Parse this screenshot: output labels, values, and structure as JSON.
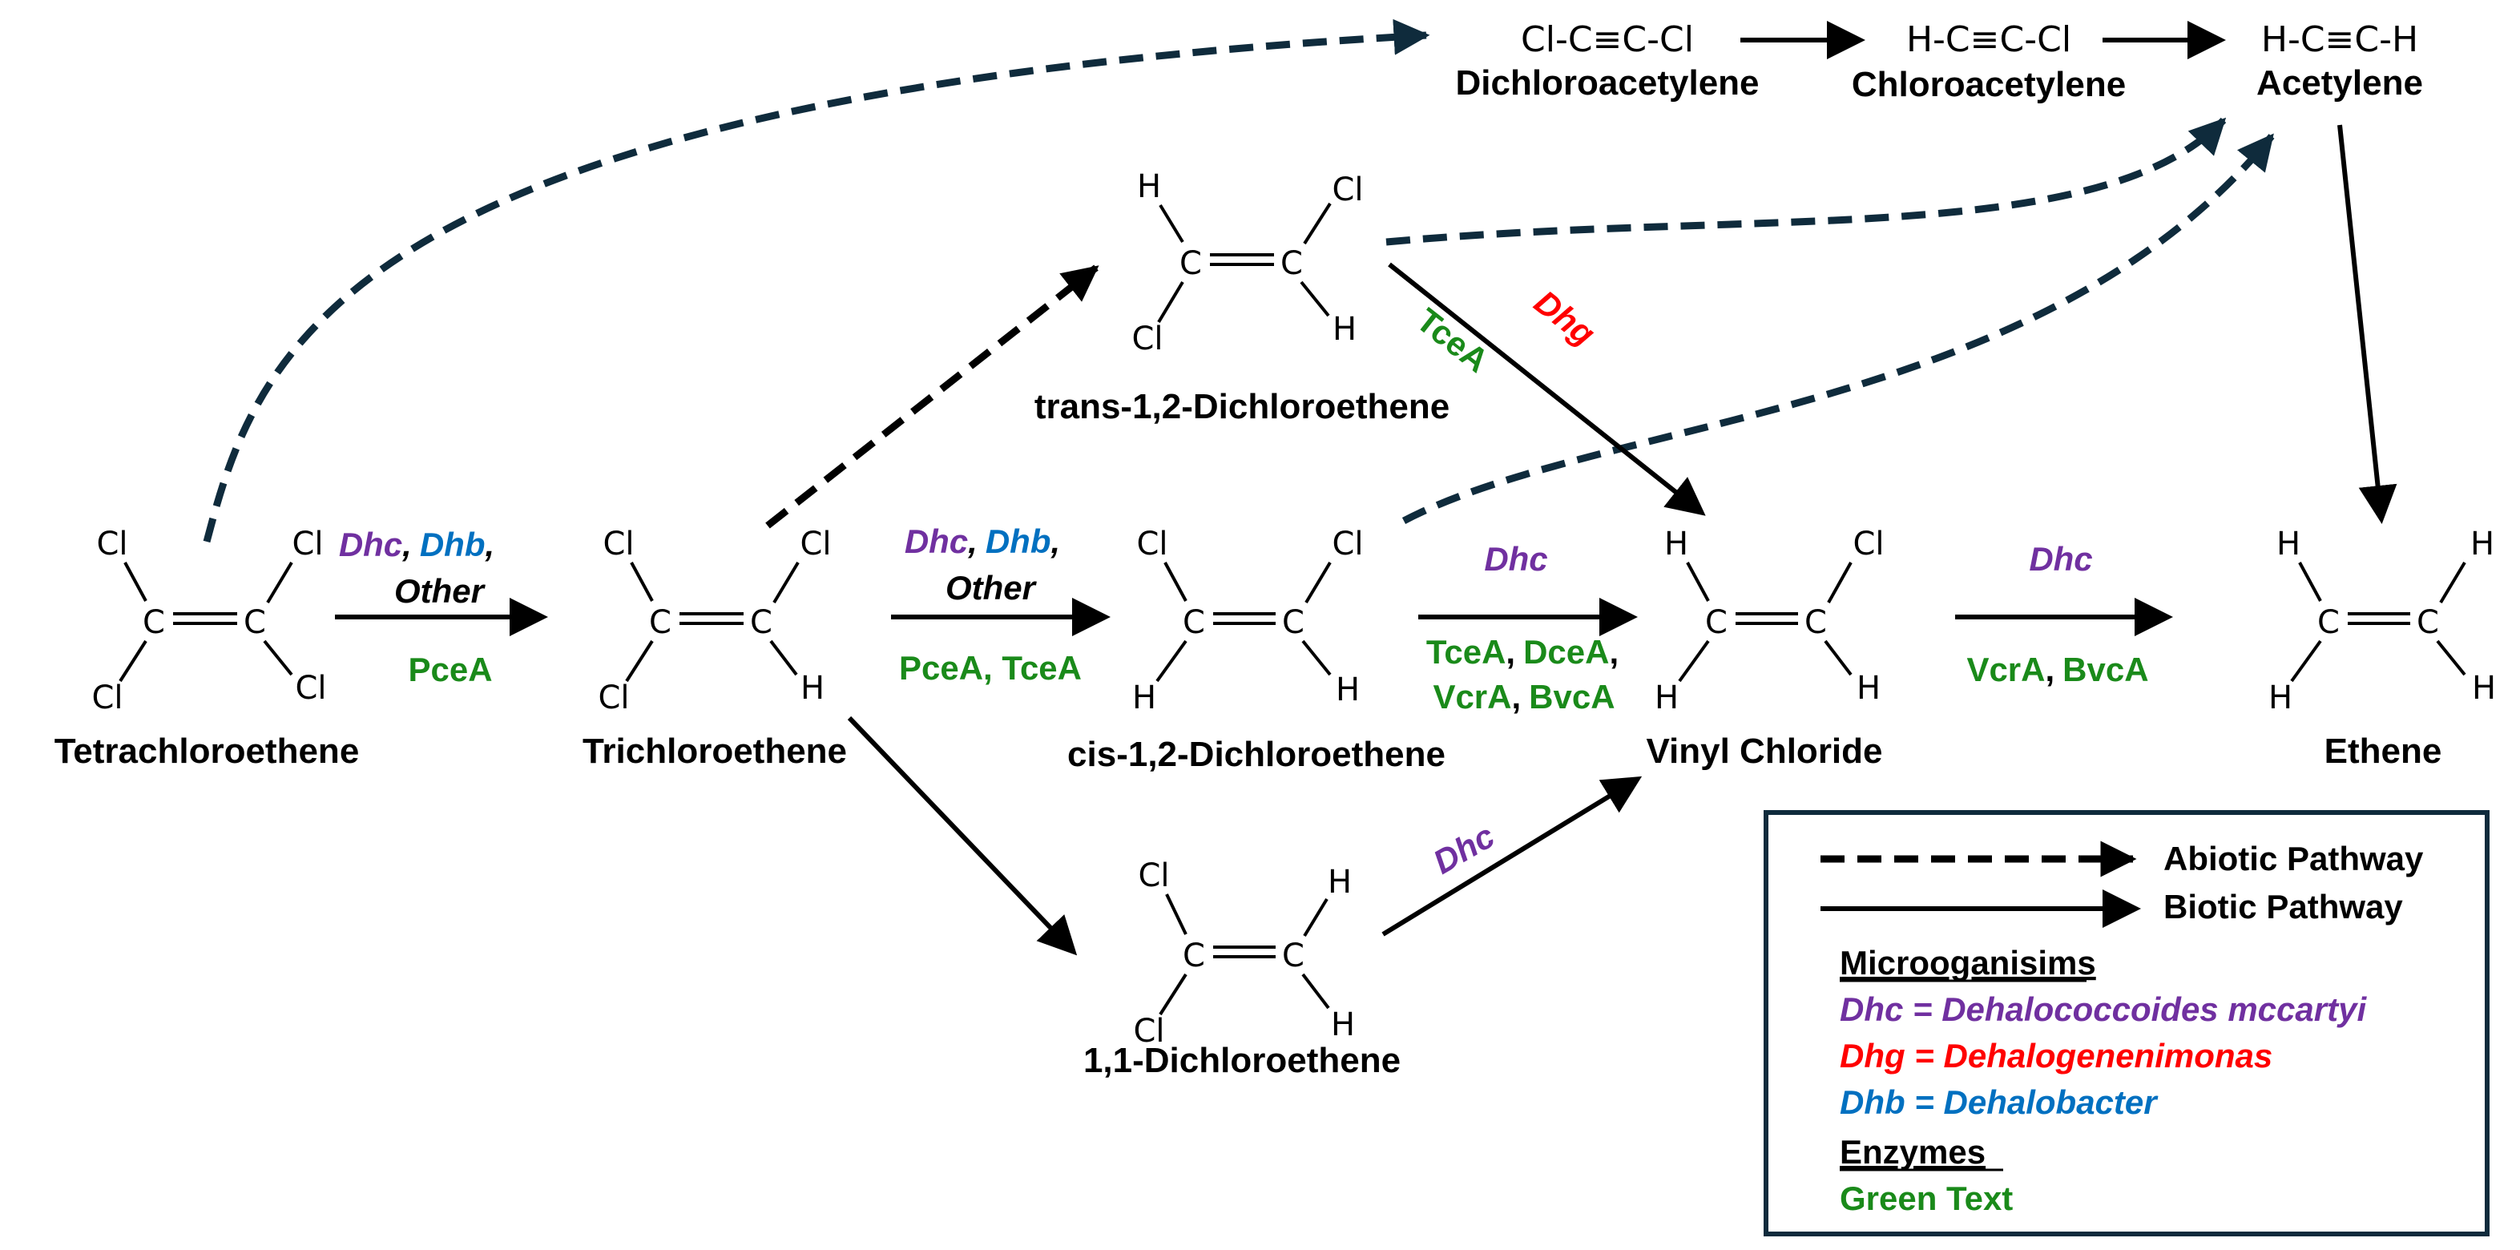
{
  "colors": {
    "dhc": "#7030a0",
    "dhb": "#0070c0",
    "dhg": "#ff0000",
    "enzyme": "#1a8a1a",
    "abiotic": "#0f2b3c",
    "legend_border": "#0f2b3c"
  },
  "atoms": {
    "cl": "Cl",
    "c": "C",
    "h": "H"
  },
  "compounds": {
    "pce": "Tetrachloroethene",
    "tce": "Trichloroethene",
    "trans_dce": "trans-1,2-Dichloroethene",
    "cis_dce": "cis-1,2-Dichloroethene",
    "dce11": "1,1-Dichloroethene",
    "vc": "Vinyl Chloride",
    "ethene": "Ethene",
    "dca": "Dichloroacetylene",
    "ca": "Chloroacetylene",
    "acetylene": "Acetylene"
  },
  "formulas": {
    "dca": "Cl-C≡C-Cl",
    "ca": "H-C≡C-Cl",
    "acetylene": "H-C≡C-H"
  },
  "labels": {
    "dhc": "Dhc",
    "dhb": "Dhb",
    "dhg": "Dhg",
    "other": "Other",
    "comma": ",",
    "pceA": "PceA",
    "pceA_tceA": "PceA, TceA",
    "tceA": "TceA",
    "dceA": "DceA",
    "vcrA": "VcrA",
    "bvcA": "BvcA"
  },
  "legend": {
    "abiotic": "Abiotic Pathway",
    "biotic": "Biotic Pathway",
    "microorganisms_heading": "Microoganisims",
    "dhc_full": "Dhc = Dehalococcoides mccartyi",
    "dhg_full": "Dhg = Dehalogenenimonas",
    "dhb_full": "Dhb = Dehalobacter",
    "enzymes_heading": "Enzymes",
    "enzymes_desc": "Green Text"
  }
}
